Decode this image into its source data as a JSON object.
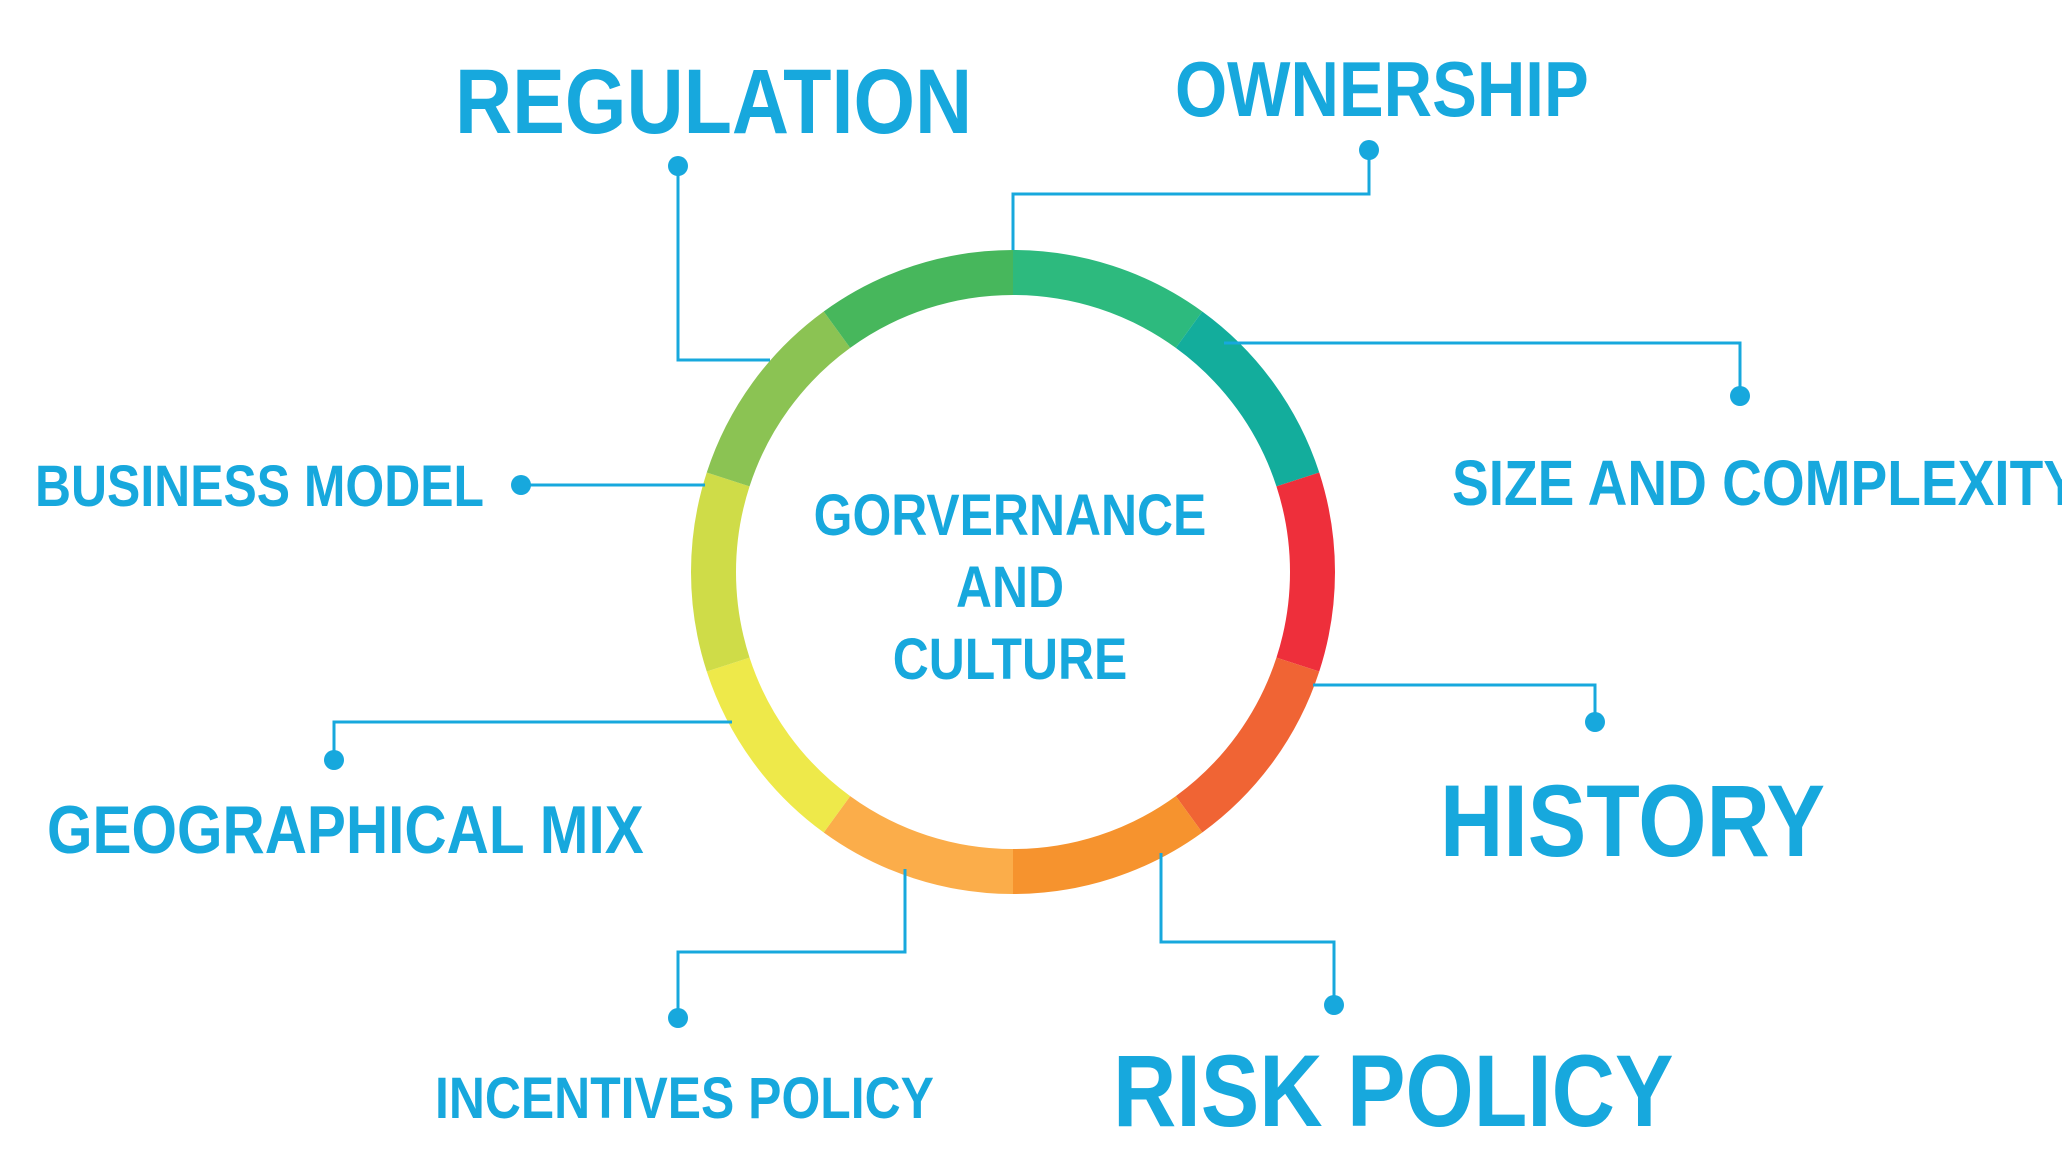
{
  "center": {
    "lines": [
      "GORVERNANCE",
      "AND",
      "CULTURE"
    ]
  },
  "factors": {
    "regulation": "REGULATION",
    "ownership": "OWNERSHIP",
    "size_and_complexity": "SIZE AND COMPLEXITY",
    "business_model": "BUSINESS MODEL",
    "history": "HISTORY",
    "geographical_mix": "GEOGRAPHICAL MIX",
    "incentives_policy": "INCENTIVES POLICY",
    "risk_policy": "RISK POLICY"
  },
  "colors": {
    "text": "#17a8dd",
    "connector": "#17a8dd",
    "ring_segments": [
      "#2dba7e",
      "#13ad9c",
      "#ee2f3b",
      "#f06434",
      "#f6932e",
      "#fbad4a",
      "#eee94a",
      "#cfdc48",
      "#8bc353",
      "#47b75c"
    ]
  }
}
